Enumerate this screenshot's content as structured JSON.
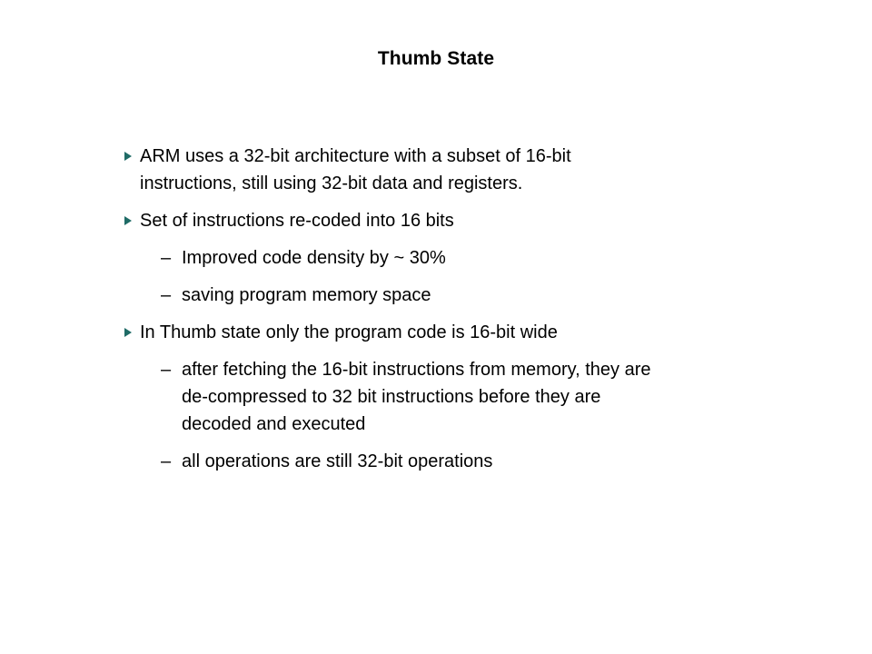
{
  "slide": {
    "title": "Thumb State",
    "accent_color": "#1f6b66",
    "text_color": "#000000",
    "background_color": "#ffffff",
    "level1_marker_icon": "triangle-right-icon",
    "level2_marker_glyph": "–",
    "bullets": [
      {
        "level": 1,
        "marker": "triangle-right-icon",
        "text": "ARM  uses a 32-bit architecture with a subset of 16-bit\ninstructions, still using 32-bit data and registers."
      },
      {
        "level": 1,
        "marker": "triangle-right-icon",
        "text": "Set of instructions re-coded into 16 bits"
      },
      {
        "level": 2,
        "marker": "–",
        "text": "Improved code density by ~ 30%"
      },
      {
        "level": 2,
        "marker": "–",
        "text": "saving program memory space"
      },
      {
        "level": 1,
        "marker": "triangle-right-icon",
        "text": "In Thumb state only the program code is 16-bit wide"
      },
      {
        "level": 2,
        "marker": "–",
        "text": "after fetching the 16-bit instructions from memory, they are\nde-compressed to 32 bit instructions before they are\ndecoded and executed"
      },
      {
        "level": 2,
        "marker": "–",
        "text": "all operations are still 32-bit operations"
      }
    ]
  }
}
